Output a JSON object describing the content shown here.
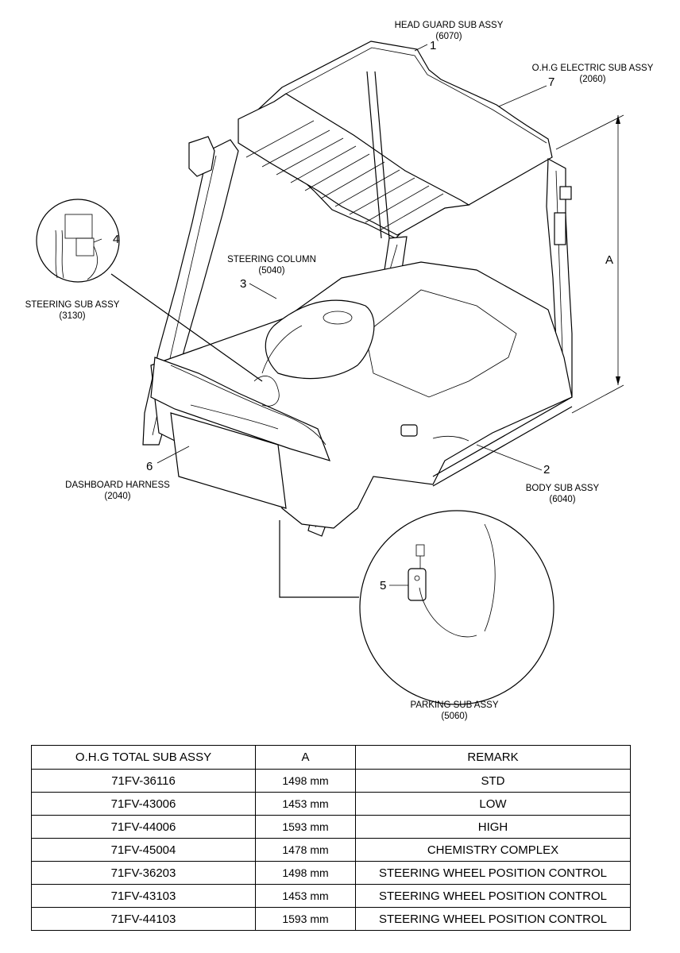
{
  "callouts": [
    {
      "number": "1",
      "name": "HEAD GUARD SUB ASSY",
      "code": "(6070)"
    },
    {
      "number": "7",
      "name": "O.H.G ELECTRIC SUB ASSY",
      "code": "(2060)"
    },
    {
      "number": "4",
      "name": "STEERING SUB ASSY",
      "code": "(3130)"
    },
    {
      "number": "3",
      "name": "STEERING COLUMN",
      "code": "(5040)"
    },
    {
      "number": "6",
      "name": "DASHBOARD HARNESS",
      "code": "(2040)"
    },
    {
      "number": "2",
      "name": "BODY SUB ASSY",
      "code": "(6040)"
    },
    {
      "number": "5",
      "name": "PARKING SUB ASSY",
      "code": "(5060)"
    }
  ],
  "dimension_label": "A",
  "table": {
    "headers": [
      "O.H.G TOTAL SUB ASSY",
      "A",
      "REMARK"
    ],
    "rows": [
      [
        "71FV-36116",
        "1498 mm",
        "STD"
      ],
      [
        "71FV-43006",
        "1453 mm",
        "LOW"
      ],
      [
        "71FV-44006",
        "1593 mm",
        "HIGH"
      ],
      [
        "71FV-45004",
        "1478 mm",
        "CHEMISTRY COMPLEX"
      ],
      [
        "71FV-36203",
        "1498 mm",
        "STEERING WHEEL POSITION CONTROL"
      ],
      [
        "71FV-43103",
        "1453 mm",
        "STEERING WHEEL POSITION CONTROL"
      ],
      [
        "71FV-44103",
        "1593 mm",
        "STEERING WHEEL POSITION CONTROL"
      ]
    ]
  }
}
